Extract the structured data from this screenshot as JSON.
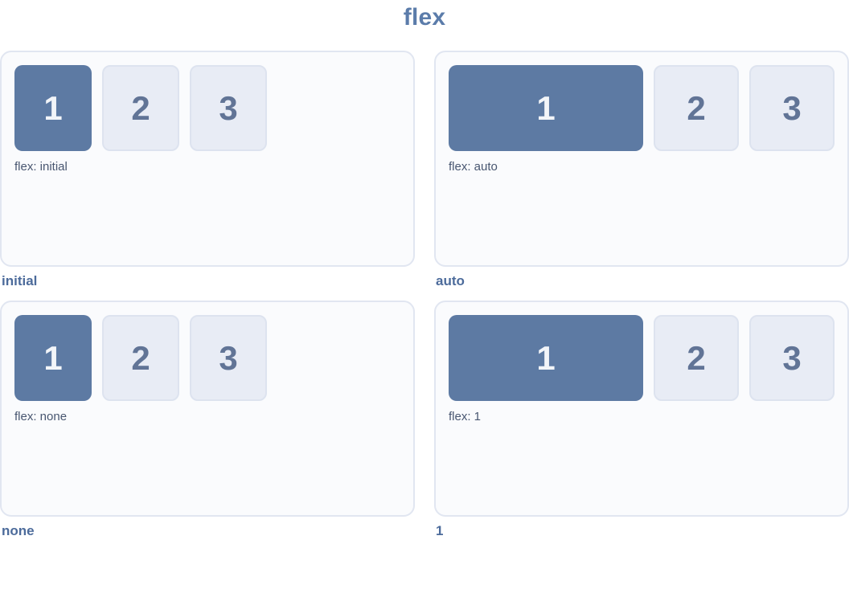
{
  "title": "flex",
  "theme": {
    "title_color": "#5b7caa",
    "panel_background": "#fafbfd",
    "panel_border": "#e1e6f1",
    "box_primary_background": "#5d7aa3",
    "box_primary_text": "#f2f5f9",
    "box_secondary_background": "#e8ecf5",
    "box_secondary_border": "#dde3ef",
    "box_secondary_text": "#617496",
    "css_label_color": "#485670",
    "caption_color": "#4c6b9b"
  },
  "panels": [
    {
      "caption": "initial",
      "label": "flex: initial",
      "boxes": [
        "1",
        "2",
        "3"
      ]
    },
    {
      "caption": "auto",
      "label": "flex: auto",
      "boxes": [
        "1",
        "2",
        "3"
      ]
    },
    {
      "caption": "none",
      "label": "flex: none",
      "boxes": [
        "1",
        "2",
        "3"
      ]
    },
    {
      "caption": "1",
      "label": "flex: 1",
      "boxes": [
        "1",
        "2",
        "3"
      ]
    }
  ]
}
